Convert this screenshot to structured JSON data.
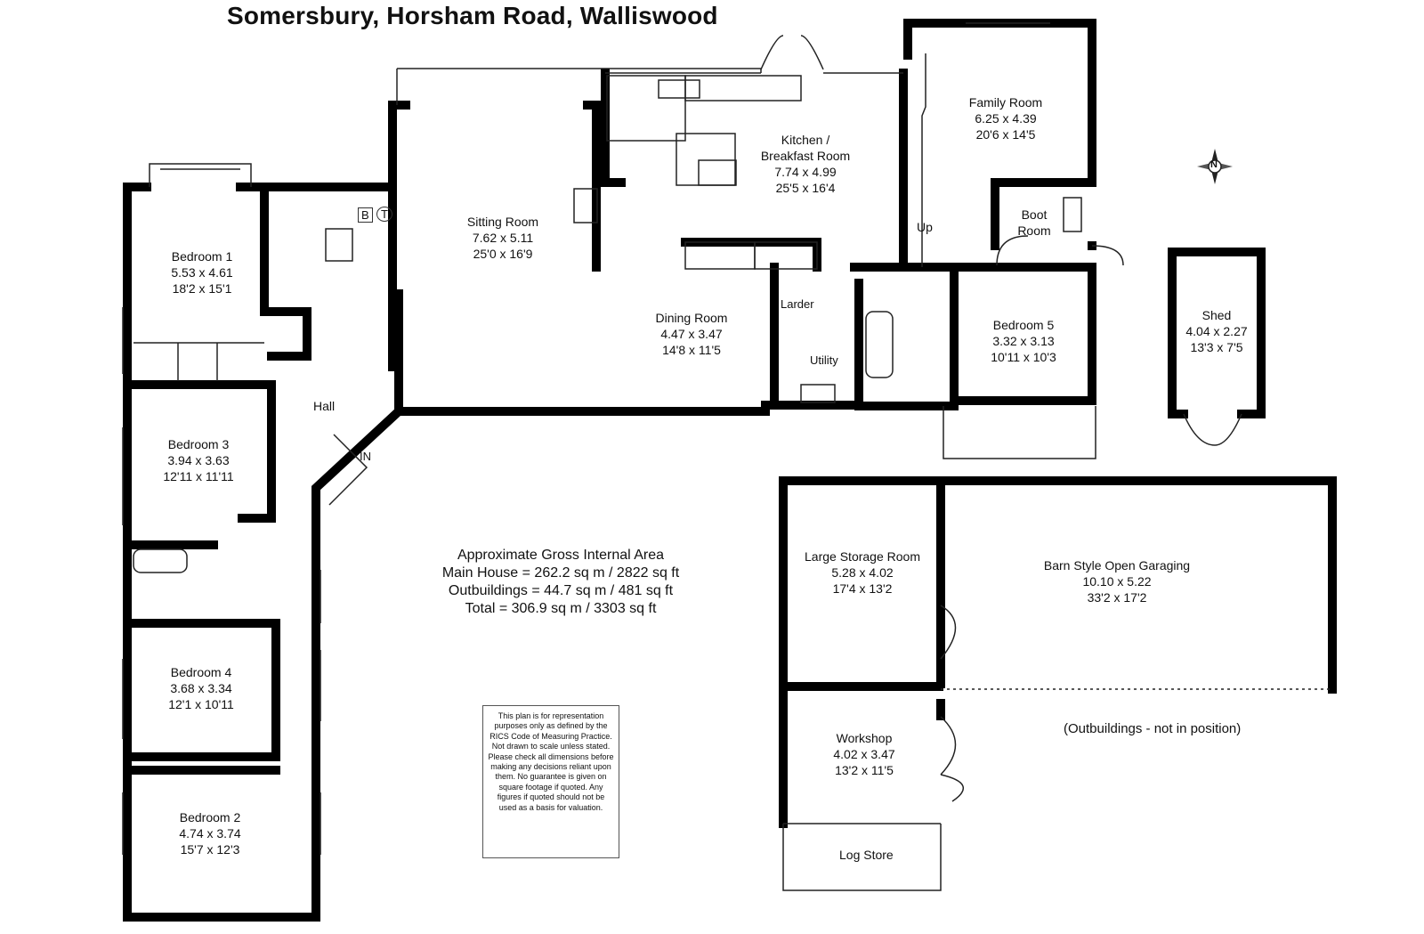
{
  "title": "Somersbury, Horsham Road, Walliswood",
  "rooms": {
    "sitting_room": {
      "name": "Sitting Room",
      "metric": "7.62 x 5.11",
      "imperial": "25'0 x 16'9"
    },
    "kitchen": {
      "name": "Kitchen /",
      "name2": "Breakfast Room",
      "metric": "7.74 x 4.99",
      "imperial": "25'5 x 16'4"
    },
    "family_room": {
      "name": "Family Room",
      "metric": "6.25 x 4.39",
      "imperial": "20'6 x 14'5"
    },
    "boot_room": {
      "name": "Boot",
      "name2": "Room"
    },
    "bedroom_1": {
      "name": "Bedroom 1",
      "metric": "5.53 x 4.61",
      "imperial": "18'2 x 15'1"
    },
    "bedroom_2": {
      "name": "Bedroom 2",
      "metric": "4.74 x 3.74",
      "imperial": "15'7 x 12'3"
    },
    "bedroom_3": {
      "name": "Bedroom 3",
      "metric": "3.94 x 3.63",
      "imperial": "12'11 x 11'11"
    },
    "bedroom_4": {
      "name": "Bedroom 4",
      "metric": "3.68 x 3.34",
      "imperial": "12'1 x 10'11"
    },
    "bedroom_5": {
      "name": "Bedroom 5",
      "metric": "3.32 x 3.13",
      "imperial": "10'11 x 10'3"
    },
    "dining_room": {
      "name": "Dining Room",
      "metric": "4.47 x 3.47",
      "imperial": "14'8 x 11'5"
    },
    "shed": {
      "name": "Shed",
      "metric": "4.04 x 2.27",
      "imperial": "13'3 x 7'5"
    },
    "storage": {
      "name": "Large Storage Room",
      "metric": "5.28 x 4.02",
      "imperial": "17'4 x 13'2"
    },
    "garaging": {
      "name": "Barn Style Open Garaging",
      "metric": "10.10 x 5.22",
      "imperial": "33'2 x 17'2"
    },
    "workshop": {
      "name": "Workshop",
      "metric": "4.02 x 3.47",
      "imperial": "13'2 x 11'5"
    }
  },
  "labels": {
    "hall": "Hall",
    "in": "IN",
    "up": "Up",
    "larder": "Larder",
    "utility": "Utility",
    "log_store": "Log Store",
    "boiler": "B",
    "tank": "T",
    "compass_n": "N"
  },
  "area": {
    "heading": "Approximate Gross Internal Area",
    "main_house": "Main House = 262.2 sq m / 2822 sq ft",
    "outbuildings": "Outbuildings = 44.7 sq m / 481 sq ft",
    "total": "Total = 306.9 sq m / 3303 sq ft"
  },
  "disclaimer": "This plan is for representation purposes only as defined by the RICS Code of Measuring Practice. Not drawn to scale unless stated. Please check all dimensions before making any decisions reliant upon them. No guarantee is given on square footage if quoted. Any figures if quoted should not be used as a basis for valuation.",
  "note": "(Outbuildings - not in position)",
  "colors": {
    "wall": "#000000",
    "thin": "#333333",
    "background": "#ffffff"
  }
}
